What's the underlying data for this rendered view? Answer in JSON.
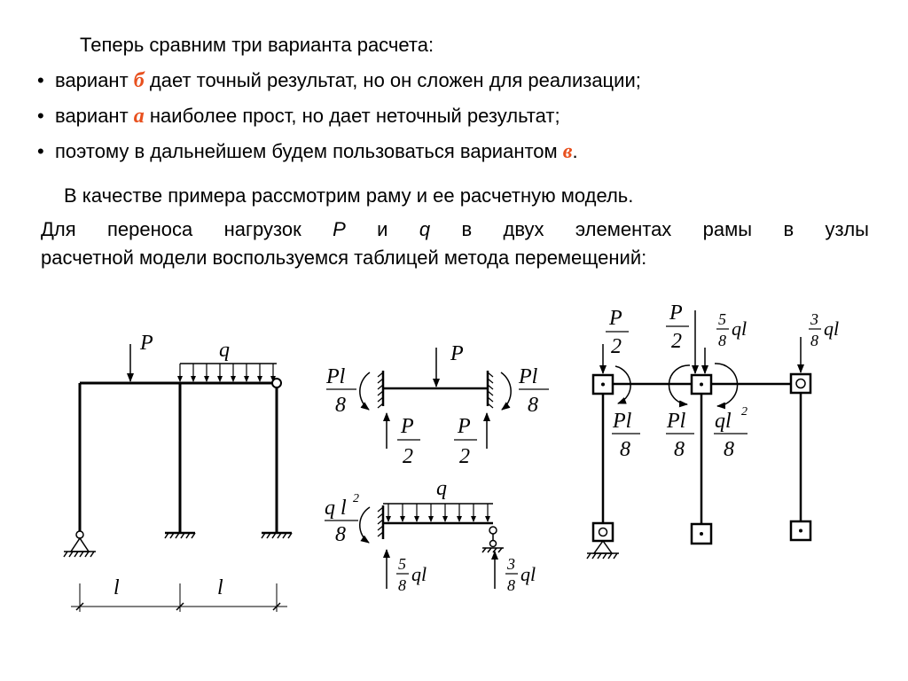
{
  "intro": {
    "title": "Теперь сравним три варианта расчета:",
    "bullets": [
      {
        "before": "вариант ",
        "mark": "б",
        "after": " дает точный результат, но он сложен для реализации;"
      },
      {
        "before": "вариант ",
        "mark": "а",
        "after": " наиболее прост, но дает неточный результат;"
      },
      {
        "before": "поэтому в дальнейшем будем пользоваться вариантом ",
        "mark": "в",
        "after": "."
      }
    ]
  },
  "example": {
    "line1": "В качестве примера рассмотрим раму и ее расчетную модель.",
    "line2_a": "Для переноса нагрузок ",
    "sym_P": "P",
    "line2_b": " и ",
    "sym_q": "q",
    "line2_c": " в двух элементах рамы в узлы",
    "line3": "расчетной модели воспользуемся таблицей метода перемещений:"
  },
  "labels": {
    "P": "P",
    "q": "q",
    "l": "l",
    "Pl": "Pl",
    "eight": "8",
    "two": "2",
    "three": "3",
    "five": "5",
    "ql": "ql",
    "ql_sq_base": "q l",
    "sq": "2"
  },
  "colors": {
    "accent": "#e8501e",
    "ink": "#000000"
  }
}
